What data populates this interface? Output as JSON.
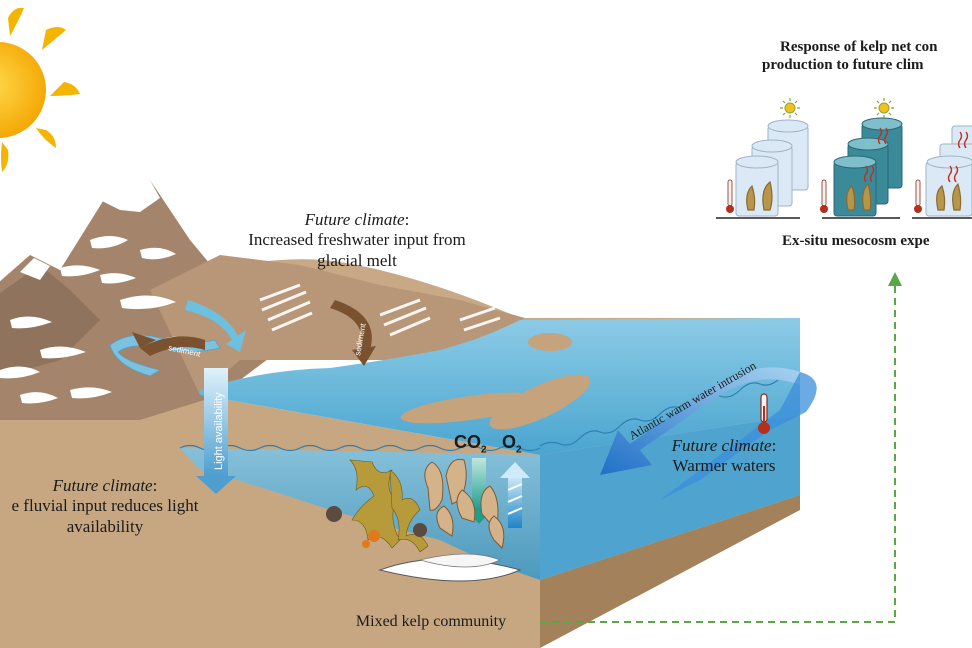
{
  "glacial": {
    "future_label": "Future climate",
    "colon": ":",
    "line1": "Increased freshwater input from",
    "line2": "glacial melt"
  },
  "fluvial": {
    "future_label": "Future climate",
    "colon": ":",
    "line1": "e fluvial input reduces light",
    "line2": "availability"
  },
  "warm": {
    "future_label": "Future climate",
    "colon": ":",
    "line1": "Warmer waters"
  },
  "atlantic_label": "Atlantic warm water intrusion",
  "light_label": "Light availability",
  "sediment_label": "sediment",
  "gases": {
    "co2": "CO",
    "co2_sub": "2",
    "o2": "O",
    "o2_sub": "2"
  },
  "kelp_label": "Mixed kelp community",
  "mesocosm": {
    "title_line1": "Response of kelp net con",
    "title_line2": "production to future clim",
    "caption": "Ex-situ mesocosm expe"
  },
  "colors": {
    "sun": "#f7b500",
    "water": "#5fb3d6",
    "deep_water": "#3f9bc6",
    "land": "#c4a27c",
    "mountain": "#9c7f64",
    "snow": "#ffffff",
    "warm_arrow": "#2c7ed1",
    "dashed_link": "#5aa648"
  }
}
